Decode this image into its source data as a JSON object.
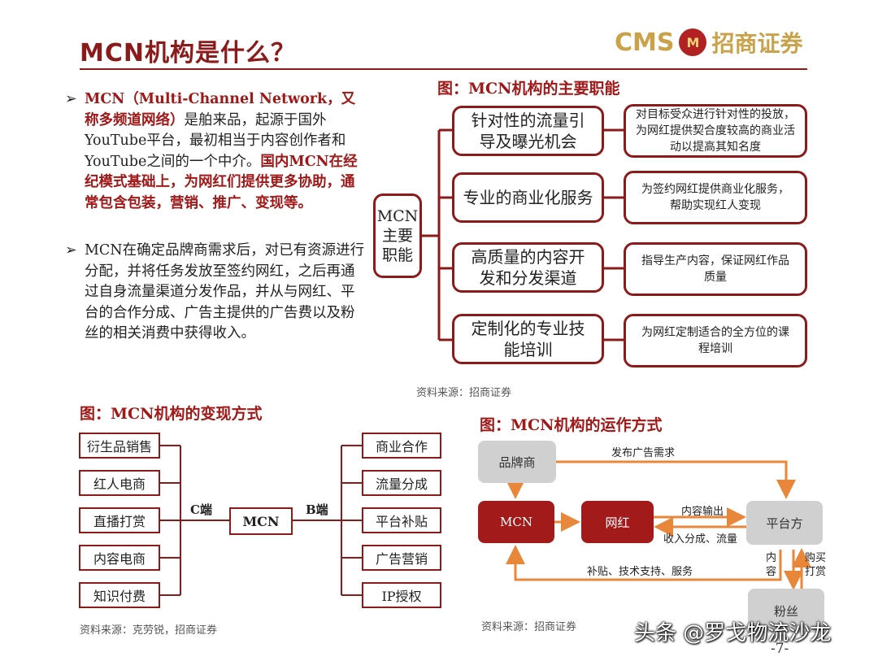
{
  "header": {
    "title": "MCN机构是什么？",
    "logo_en": "CMS",
    "logo_mark": "M",
    "logo_cn": "招商证券"
  },
  "bullets": {
    "b1": {
      "part1_red": "MCN（Multi-Channel Network，又称多频道网络）",
      "part2": "是舶来品，起源于国外YouTube平台，最初相当于内容创作者和YouTube之间的一个中介。",
      "part3_red": "国内MCN在经纪模式基础上，为网红们提供更多协助，通常包含包装，营销、推广、变现等。"
    },
    "b2": "MCN在确定品牌商需求后，对已有资源进行分配，并将任务发放至签约网红，之后再通过自身流量渠道分发作品，并从与网红、平台的合作分成、广告主提供的广告费以及粉丝的相关消费中获得收入。"
  },
  "fig1": {
    "title": "图：MCN机构的主要职能",
    "root": "MCN主要职能",
    "root_lines": [
      "MCN",
      "主要",
      "职能"
    ],
    "items": [
      {
        "label": "针对性的流量引导及曝光机会",
        "desc": "对目标受众进行针对性的投放，为网红提供契合度较高的商业活动以提高其知名度"
      },
      {
        "label": "专业的商业化服务",
        "desc": "为签约网红提供商业化服务，帮助实现红人变现"
      },
      {
        "label": "高质量的内容开发和分发渠道",
        "desc": "指导生产内容，保证网红作品质量"
      },
      {
        "label": "定制化的专业技能培训",
        "desc": "为网红定制适合的全方位的课程培训"
      }
    ],
    "source": "资料来源：招商证券"
  },
  "fig2": {
    "title": "图：MCN机构的变现方式",
    "center": "MCN",
    "c_label": "C端",
    "b_label": "B端",
    "left_items": [
      "衍生品销售",
      "红人电商",
      "直播打赏",
      "内容电商",
      "知识付费"
    ],
    "right_items": [
      "商业合作",
      "流量分成",
      "平台补贴",
      "广告营销",
      "IP授权"
    ],
    "source": "资料来源：克劳锐，招商证券"
  },
  "fig3": {
    "title": "图：MCN机构的运作方式",
    "brand": "品牌商",
    "mcn": "MCN",
    "influencer": "网红",
    "platform": "平台方",
    "fans": "粉丝",
    "arrow_brand_platform": "发布广告需求",
    "arrow_content_out": "内容输出",
    "arrow_revenue": "收入分成、流量",
    "arrow_subsidy": "补贴、技术支持、服务",
    "arrow_content": "内容",
    "arrow_buy": "购买打赏",
    "source": "资料来源：招商证券"
  },
  "footer": {
    "watermark": "头条 @罗戈物流沙龙",
    "page": "-7-"
  },
  "colors": {
    "accent": "#8b1a1a",
    "orange": "#e8863a",
    "gold": "#c9a24a"
  }
}
